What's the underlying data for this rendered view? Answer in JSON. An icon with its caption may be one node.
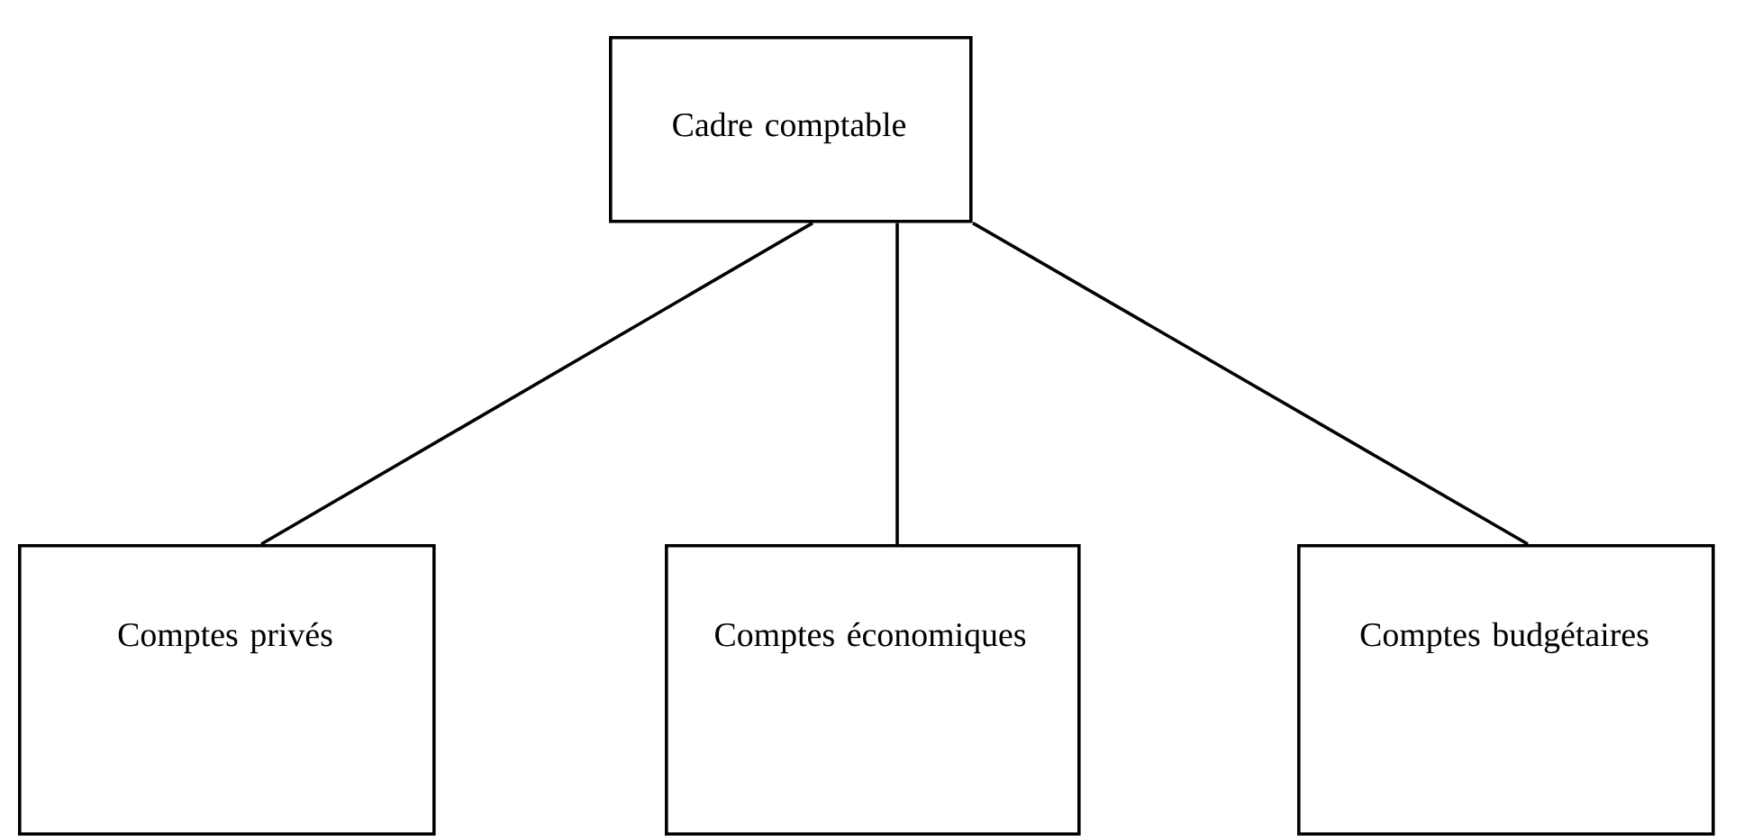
{
  "diagram": {
    "nodes": [
      {
        "text": [
          "Cadre comptable"
        ]
      },
      {
        "text": [
          "Comptes privés"
        ]
      },
      {
        "text": [
          "Comptes économiques"
        ]
      },
      {
        "text": [
          "Comptes budgétaires"
        ]
      }
    ],
    "edges": [
      {
        "from": 0,
        "to": 1,
        "arrow": "none"
      },
      {
        "from": 0,
        "to": 2,
        "arrow": "none"
      },
      {
        "from": 0,
        "to": 3,
        "arrow": "none"
      }
    ]
  }
}
